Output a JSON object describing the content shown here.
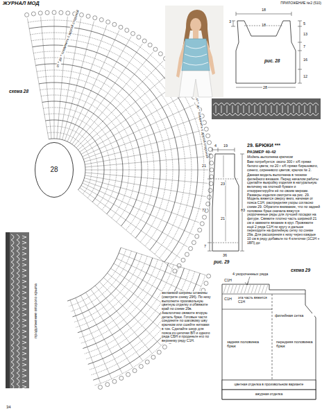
{
  "diagram": {
    "nodes": [
      {
        "text": [
          "28"
        ]
      },
      {
        "text": [
          "цветная отделка в произвольном варианте"
        ]
      },
      {
        "text": [
          "ажурная отделка"
        ]
      }
    ],
    "labels": [
      "ЖУРНАЛ МОД",
      "ПРИЛОЖЕНИЕ №2 (510)",
      "от * до * соединить с другой стороной",
      "схема 28",
      "от * до * соединить с другой стороной",
      "продолжение второго крыла",
      "18",
      "18",
      "3",
      "5",
      "13",
      "7",
      "16",
      "12",
      "28",
      "рис. 28",
      "4",
      "19",
      "21",
      "23",
      "72",
      "21",
      "83",
      "7",
      "36",
      "рис. 29",
      "29. БРЮКИ ***",
      "РАЗМЕР 40-42",
      "Модель выполнена крючком",
      "Вам потребуется: около 300 г х/б пряжи белого цвета; по 20 г х/б пряжи бирюзового, синего, сиреневого цветов; крючок № 2.",
      "Данная модель выполнена в технике филейного вязания. Перед началом работы сделайте выкройку изделия в натуральную величину на плотной бумаге и откорректируйте её по своим меркам. Размеры изделия смотрите на рис. 29. Модель вяжется сверху вниз, начиная от пояса С1Н, распределяя узоры согласно схеме 29. Обратите внимание, что по задней половине брюк сначала вяжутся укороченные ряды для лучшей посадки на фигуре. Свяжите плотно часть шириной 21 см и замкните вязание в круг. Провяжите ещё 2 ряда С1Н по кругу и дальше переходите на филейную сетку по схеме 29а. Для расширения к низу через каждые 10 см в ряду добавьте по 4 клеточки (1С1Н + 1ВП) до",
      "желаемой ширины штанины (смотрите схему 29б). По низу выполните произвольную цветную отделку и обвяжите край по схеме 29в. Аналогично свяжите вторую деталь брюк. Готовые части соедините по шаговому шву крючком или сшейте нитками в тон. Сделайте шнур для пояса из цепочки ВП и одного ряда СБН и проденьте его по верхнему ряду С1Н.",
      "схема 29",
      "4 укороченных ряда",
      "С1Н",
      "С1Н",
      "эта часть вяжется С1Н",
      "филейная сетка",
      "задняя половинка брюк",
      "передняя половинка брюк",
      "34"
    ]
  }
}
